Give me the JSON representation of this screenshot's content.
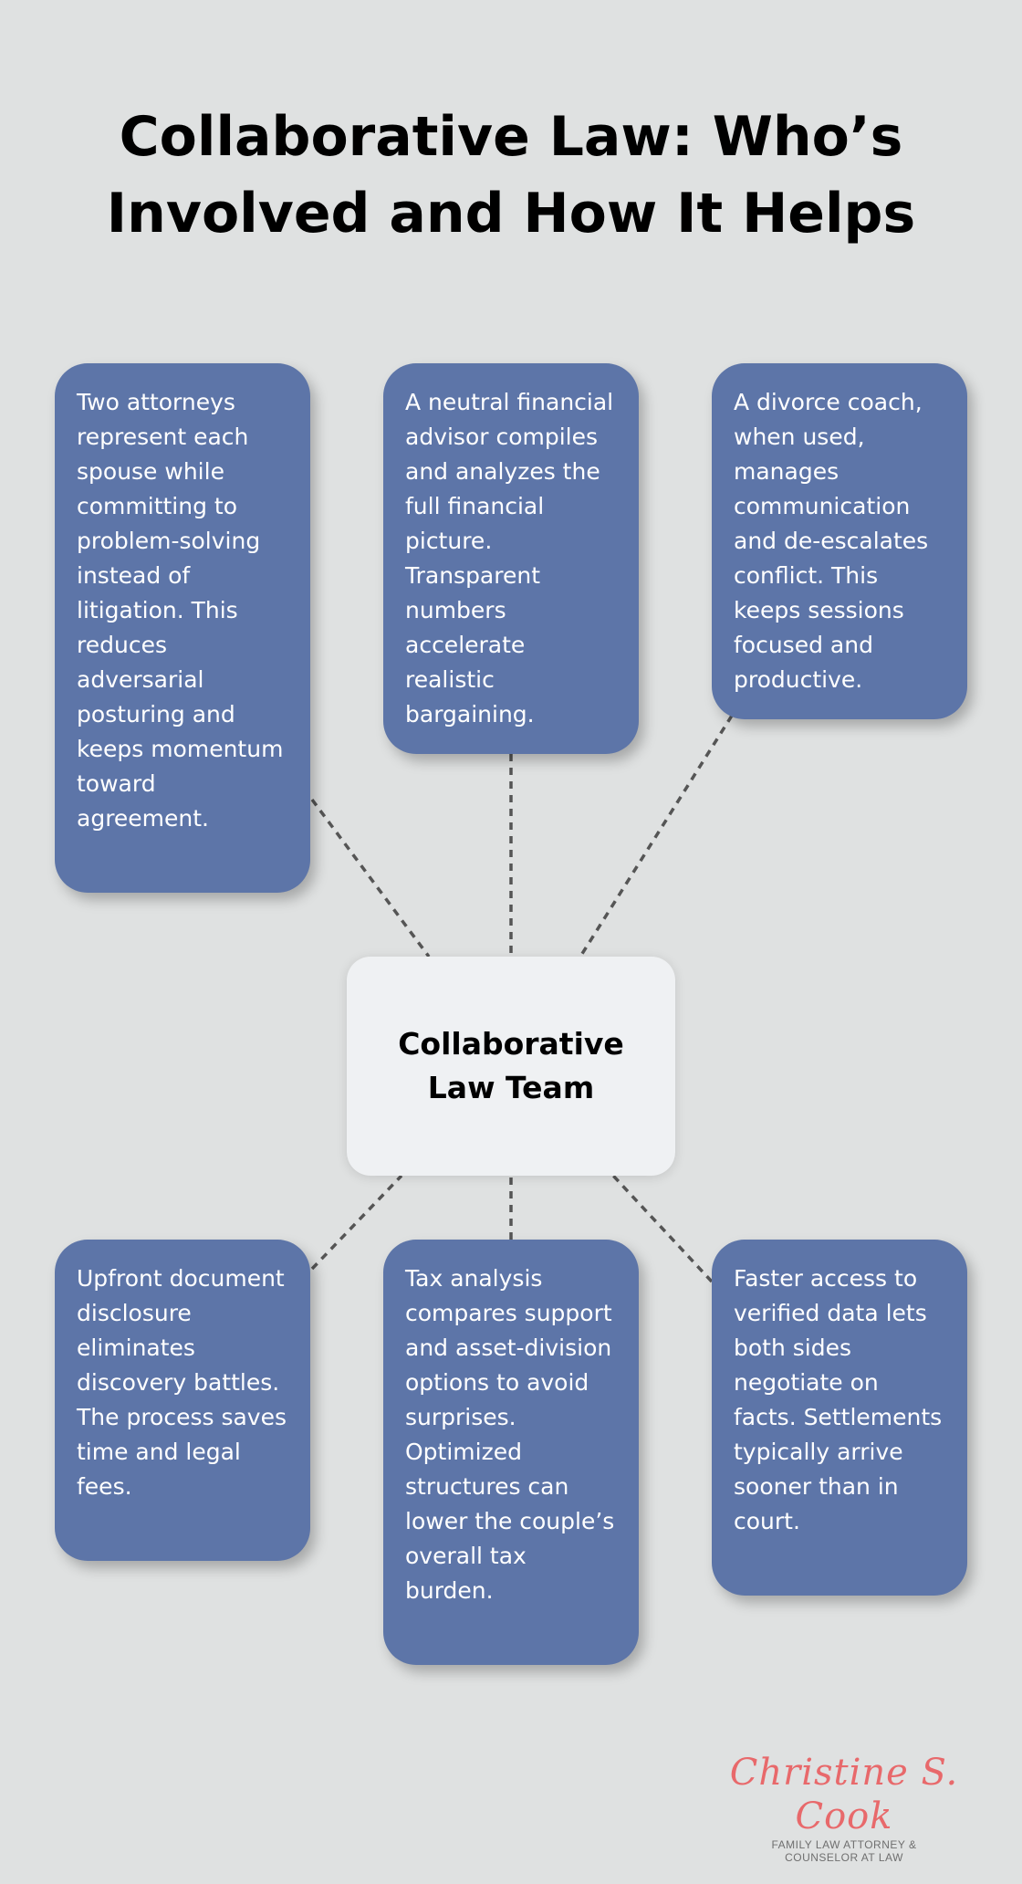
{
  "title": "Collaborative Law: Who’s Involved and How It Helps",
  "center": {
    "label": "Collaborative Law Team"
  },
  "boxes": [
    {
      "text": "Two attorneys represent each spouse while committing to problem-solving instead of litigation. This reduces adversarial posturing and keeps momentum toward agreement."
    },
    {
      "text": "A neutral financial advisor compiles and analyzes the full financial picture. Transparent numbers accelerate realistic bargaining."
    },
    {
      "text": "A divorce coach, when used, manages communication and de-escalates conflict. This keeps sessions focused and productive."
    },
    {
      "text": "Upfront document disclosure eliminates discovery battles. The process saves time and legal fees."
    },
    {
      "text": "Tax analysis compares support and asset-division options to avoid surprises. Optimized structures can lower the couple’s overall tax burden."
    },
    {
      "text": "Faster access to verified data lets both sides negotiate on facts. Settlements typically arrive sooner than in court."
    }
  ],
  "logo": {
    "script": "Christine S. Cook",
    "subtitle": "FAMILY LAW ATTORNEY & COUNSELOR AT LAW"
  },
  "colors": {
    "background": "#dfe1e1",
    "box_fill": "#5d75a8",
    "center_fill": "#eff1f3",
    "connector": "#555555",
    "logo_accent": "#e8696b"
  }
}
